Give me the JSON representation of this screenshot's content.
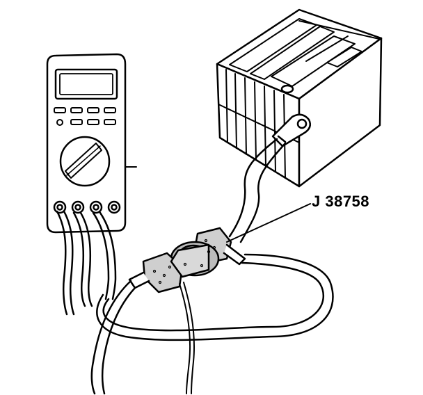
{
  "figure": {
    "callout_label": "J 38758"
  },
  "parts": [
    "digital-multimeter",
    "battery",
    "test-switch-tool",
    "test-leads",
    "battery-cable"
  ]
}
